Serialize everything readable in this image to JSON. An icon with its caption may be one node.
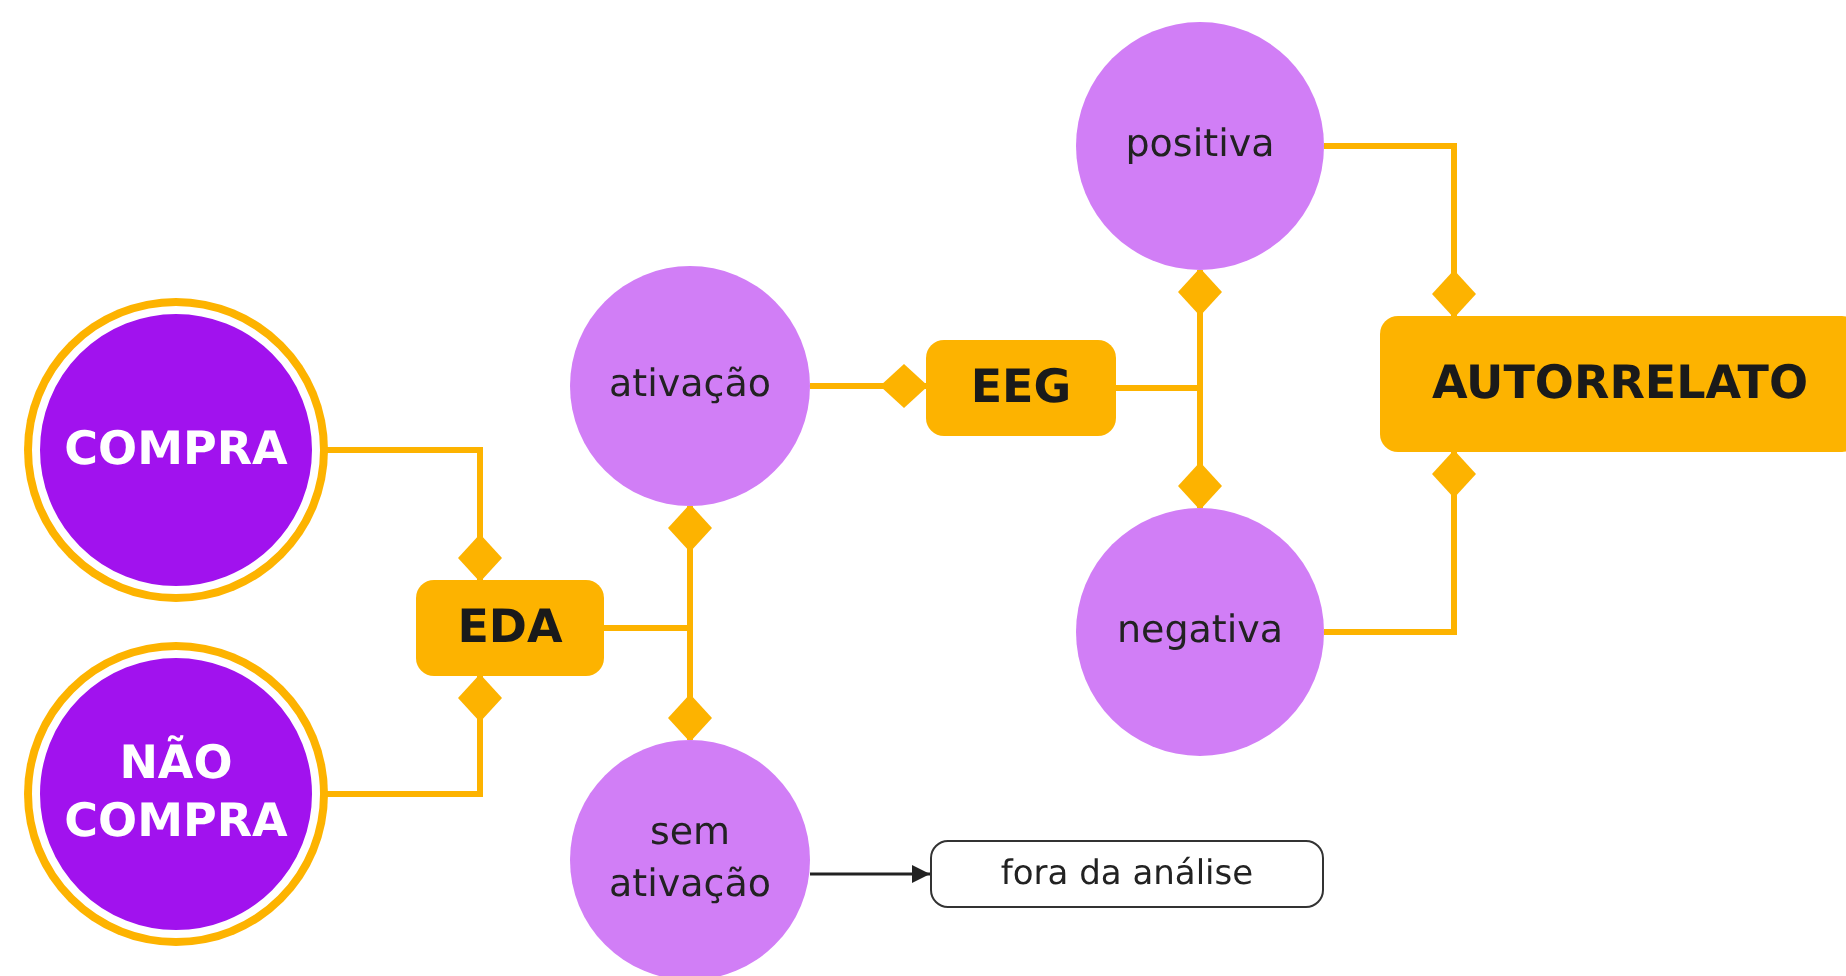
{
  "diagram": {
    "nodes": [
      {
        "text": [
          "COMPRA"
        ]
      },
      {
        "text": [
          "NÃO COMPRA"
        ]
      },
      {
        "text": [
          "EDA"
        ]
      },
      {
        "text": [
          "ativação"
        ]
      },
      {
        "text": [
          "sem ativação"
        ]
      },
      {
        "text": [
          "EEG"
        ]
      },
      {
        "text": [
          "positiva"
        ]
      },
      {
        "text": [
          "negativa"
        ]
      },
      {
        "text": [
          "AUTORRELATO"
        ]
      },
      {
        "text": [
          "fora da análise"
        ]
      }
    ],
    "edges": [
      {
        "from": 0,
        "to": 2,
        "arrow": "other"
      },
      {
        "from": 1,
        "to": 2,
        "arrow": "other"
      },
      {
        "from": 2,
        "to": 3,
        "arrow": "other"
      },
      {
        "from": 2,
        "to": 4,
        "arrow": "other"
      },
      {
        "from": 3,
        "to": 5,
        "arrow": "other"
      },
      {
        "from": 5,
        "to": 6,
        "arrow": "other"
      },
      {
        "from": 5,
        "to": 7,
        "arrow": "other"
      },
      {
        "from": 6,
        "to": 8,
        "arrow": "other"
      },
      {
        "from": 7,
        "to": 8,
        "arrow": "other"
      },
      {
        "from": 4,
        "to": 9,
        "arrow": "to",
        "color": "#222222"
      }
    ]
  }
}
